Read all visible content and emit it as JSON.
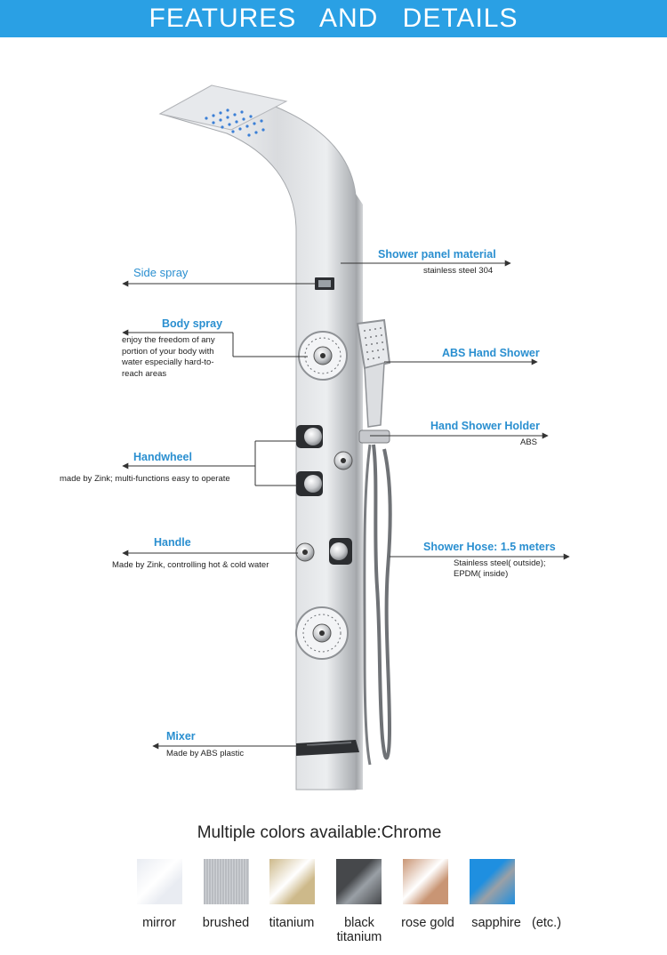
{
  "banner": {
    "title": "FEATURES AND DETAILS"
  },
  "callouts": {
    "shower_panel_material": {
      "title": "Shower panel material",
      "desc": "stainless steel 304"
    },
    "side_spray": {
      "title": "Side spray"
    },
    "body_spray": {
      "title": "Body spray",
      "desc": "enjoy the freedom of any portion of your body with water especially hard-to-reach areas"
    },
    "abs_hand_shower": {
      "title": "ABS Hand Shower"
    },
    "hand_shower_holder": {
      "title": "Hand Shower Holder",
      "desc": "ABS"
    },
    "handwheel": {
      "title": "Handwheel",
      "desc": "made by Zink;  multi-functions easy to operate"
    },
    "handle": {
      "title": "Handle",
      "desc": "Made by Zink, controlling hot & cold water"
    },
    "shower_hose": {
      "title": "Shower Hose: 1.5 meters",
      "desc_line1": "Stainless steel( outside);",
      "desc_line2": "EPDM( inside)"
    },
    "mixer": {
      "title": "Mixer",
      "desc": "Made by ABS plastic"
    }
  },
  "colors": {
    "title": "Multiple colors available:Chrome",
    "etc": "(etc.)",
    "options": [
      {
        "label": "mirror",
        "color": "#e9ecf2"
      },
      {
        "label": "brushed",
        "color": "#b9bcc1"
      },
      {
        "label": "titanium",
        "color": "#cdb98a"
      },
      {
        "label": "black titanium",
        "color": "#46484b"
      },
      {
        "label": "rose gold",
        "color": "#c99574"
      },
      {
        "label": "sapphire",
        "color": "#1f8fe0"
      }
    ]
  },
  "palette": {
    "banner": "#2aa0e4",
    "label_blue": "#2a8fd0"
  }
}
